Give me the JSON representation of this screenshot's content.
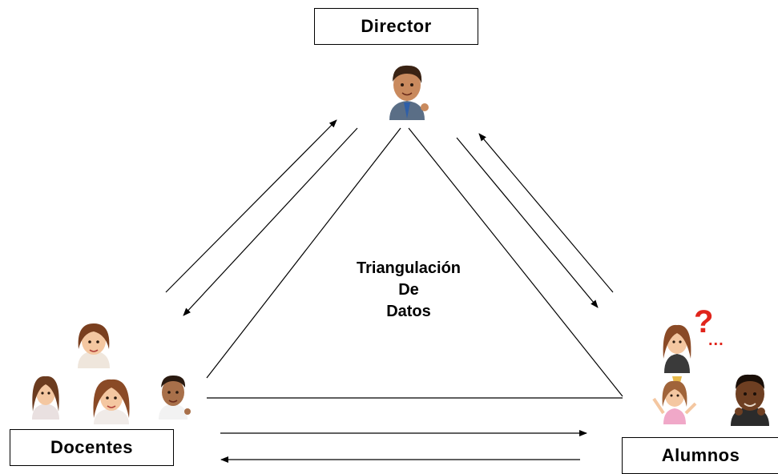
{
  "nodes": {
    "director": "Director",
    "docentes": "Docentes",
    "alumnos": "Alumnos"
  },
  "center": {
    "line1": "Triangulación",
    "line2": "De",
    "line3": "Datos"
  },
  "alumno_question": {
    "mark": "?",
    "dots": "..."
  },
  "colors": {
    "line": "#000000",
    "skin_light": "#f4c7a1",
    "skin_dark": "#8b5a3c",
    "hair_brown": "#6b3b1f",
    "question_red": "#e0241b"
  },
  "icons": [
    "director-avatar",
    "docente-avatar",
    "alumno-avatar"
  ]
}
